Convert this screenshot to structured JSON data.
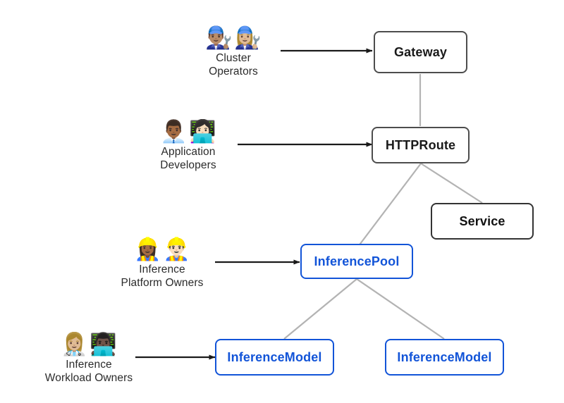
{
  "diagram": {
    "title": "Gateway API Inference Extension personas and resources",
    "background_color": "#ffffff",
    "connector_color": "#b3b3b3",
    "arrow_color": "#1a1a1a",
    "accent_blue": "#1254d8",
    "neutral_border": "#4d4d4d"
  },
  "actors": [
    {
      "id": "cluster-operators",
      "label": "Cluster\nOperators",
      "emojis": [
        "👨🏽‍🔧",
        "👩🏼‍🔧"
      ],
      "emoji_names": [
        "man-mechanic-emoji",
        "woman-mechanic-emoji"
      ],
      "targets_node": "gateway"
    },
    {
      "id": "application-developers",
      "label": "Application\nDevelopers",
      "emojis": [
        "👨🏾‍💼",
        "👩🏻‍💻"
      ],
      "emoji_names": [
        "man-office-worker-emoji",
        "woman-technologist-emoji"
      ],
      "targets_node": "httproute"
    },
    {
      "id": "inference-platform-owners",
      "label": "Inference\nPlatform Owners",
      "emojis": [
        "👷🏾‍♀️",
        "👷🏻‍♂️"
      ],
      "emoji_names": [
        "woman-construction-worker-emoji",
        "man-construction-worker-emoji"
      ],
      "targets_node": "inferencepool"
    },
    {
      "id": "inference-workload-owners",
      "label": "Inference\nWorkload Owners",
      "emojis": [
        "👩🏼‍⚕️",
        "👨🏿‍💻"
      ],
      "emoji_names": [
        "woman-health-worker-emoji",
        "man-technologist-emoji"
      ],
      "targets_node": "inferencemodel-left"
    }
  ],
  "nodes": [
    {
      "id": "gateway",
      "label": "Gateway",
      "style": "neutral"
    },
    {
      "id": "httproute",
      "label": "HTTPRoute",
      "style": "neutral"
    },
    {
      "id": "service",
      "label": "Service",
      "style": "neutral"
    },
    {
      "id": "inferencepool",
      "label": "InferencePool",
      "style": "inference"
    },
    {
      "id": "inferencemodel-left",
      "label": "InferenceModel",
      "style": "inference"
    },
    {
      "id": "inferencemodel-right",
      "label": "InferenceModel",
      "style": "inference"
    }
  ],
  "connections": [
    {
      "from": "gateway",
      "to": "httproute",
      "kind": "relation"
    },
    {
      "from": "httproute",
      "to": "inferencepool",
      "kind": "relation"
    },
    {
      "from": "httproute",
      "to": "service",
      "kind": "relation"
    },
    {
      "from": "inferencepool",
      "to": "inferencemodel-left",
      "kind": "relation"
    },
    {
      "from": "inferencepool",
      "to": "inferencemodel-right",
      "kind": "relation"
    },
    {
      "from": "cluster-operators",
      "to": "gateway",
      "kind": "manages"
    },
    {
      "from": "application-developers",
      "to": "httproute",
      "kind": "manages"
    },
    {
      "from": "inference-platform-owners",
      "to": "inferencepool",
      "kind": "manages"
    },
    {
      "from": "inference-workload-owners",
      "to": "inferencemodel-left",
      "kind": "manages"
    }
  ]
}
